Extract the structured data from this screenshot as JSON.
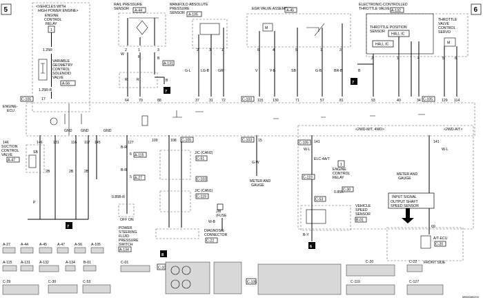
{
  "page": {
    "left_number": "5",
    "right_number": "6",
    "footer_code": "MB06580200"
  },
  "sections": {
    "vehicles_note": "<VEHICLES WITH",
    "vehicles_note2": "HIGH POWER ENGINE>",
    "engine_control_relay_1": "ENGINE",
    "engine_control_relay_2": "CONTROL",
    "engine_control_relay_3": "RELAY",
    "vgc_1": "VARIABLE",
    "vgc_2": "GEOMETRY",
    "vgc_3": "CONTROL",
    "vgc_4": "SOLENOID",
    "vgc_5": "VALVE",
    "vgc_conn": "A-56",
    "rail_1": "RAIL PRESSURE",
    "rail_2": "SENSOR",
    "rail_conn": "A-44",
    "map_1": "MANIFOLD ABSOLUTE",
    "map_2": "PRESSURE",
    "map_3": "SENSOR",
    "map_conn": "A-105",
    "egr_1": "EGR VALVE ASSEMBLY",
    "egr_conn": "A-45",
    "etv_1": "ELECTRONIC-CONTROLLED",
    "etv_2": "THROTTLE VALVE",
    "etv_conn": "A-132",
    "tps_1": "THROTTLE POSITION",
    "tps_2": "SENSOR",
    "tvcs_1": "THROTTLE",
    "tvcs_2": "VALVE",
    "tvcs_3": "CONTROL",
    "tvcs_4": "SERVO",
    "hall1": "HALL IC",
    "hall2": "HALL IC",
    "ecu_1": "ENGINE-",
    "ecu_2": "ECU",
    "suction_1": "SUCTION",
    "suction_2": "CONTROL",
    "suction_3": "VALVE",
    "suction_conn": "A-47",
    "ps_1": "POWER",
    "ps_2": "STEERING",
    "ps_3": "FLUID",
    "ps_4": "PRESSURE",
    "ps_5": "SWITCH",
    "ps_conn": "A-134",
    "jc_can2": "J/C (CAN2)",
    "jc_can2_conn": "C-51",
    "jc_can1": "J/C (CAN1)",
    "jc_can1_conn": "C-119",
    "jb_1": "J/B",
    "jb_2": "(FUSE",
    "diag_1": "DIAGNOSIS",
    "diag_2": "CONNECTOR",
    "diag_conn": "C-22",
    "meter_1": "METER AND",
    "meter_2": "GAUGE",
    "meter2_1": "METER AND",
    "meter2_2": "GAUGE",
    "elc": "ELC-4A/T",
    "ecr_1": "ENGINE",
    "ecr_2": "CONTROL",
    "ecr_3": "RELAY",
    "vss_1": "VEHICLE",
    "vss_2": "SPEED",
    "vss_3": "SENSOR",
    "vss_conn": "B-01",
    "is_1": "INPUT SIGNAL",
    "is_2": "OUTPUT SHAFT",
    "is_3": "SPEED SENSOR",
    "atecu_1": "A/T-ECU",
    "atecu_conn": "C-20",
    "tag_2wd_mt": "<2WD-M/T, 4WD>",
    "tag_2wd_at": "<2WD-A/T>",
    "front_side": "FRONT SIDE"
  },
  "ecu_pins_top": [
    "17",
    "64",
    "70",
    "88",
    "37",
    "31",
    "72",
    "115",
    "130",
    "71",
    "57",
    "81",
    "93",
    "40",
    "34",
    "129",
    "114"
  ],
  "ecu_pins_bottom": [
    "146",
    "131",
    "116",
    "117",
    "145",
    "127",
    "109",
    "108",
    "15",
    "141",
    "141"
  ],
  "connectors": [
    "C-105",
    "C-103",
    "C-105",
    "C-105",
    "C-103",
    "C-103",
    "C-105"
  ],
  "wire_colors": {
    "w1": "1.25R",
    "w2": "1.25R-R",
    "w3": "W",
    "w4": "R",
    "w5": "B",
    "w6": "G-L",
    "w7": "LG-B",
    "w8": "GR",
    "w9": "V",
    "w10": "Y-B",
    "w11": "SB",
    "w12": "G-B",
    "w13": "BR-B",
    "w14": "B",
    "w15": "G-W",
    "w16": "2B",
    "w17": "P",
    "w18": "B-R",
    "w19": "0.85B-R",
    "w20": "W-B",
    "w21": "W-L",
    "w22": "0.85R",
    "w23": "B-Y"
  },
  "legend_conns": [
    "A-27",
    "A-44",
    "A-45",
    "A-47",
    "A-56",
    "A-105",
    "A-115",
    "A-131",
    "A-132",
    "A-134",
    "B-01",
    "C-01",
    "C-29",
    "C-30",
    "C-53",
    "C-103",
    "C-105",
    "C-20",
    "C-22",
    "C-119",
    "C-127"
  ],
  "marker_labels": {
    "m7a": "7",
    "m7b": "7",
    "m7c": "7",
    "m8": "8",
    "m6": "6"
  }
}
